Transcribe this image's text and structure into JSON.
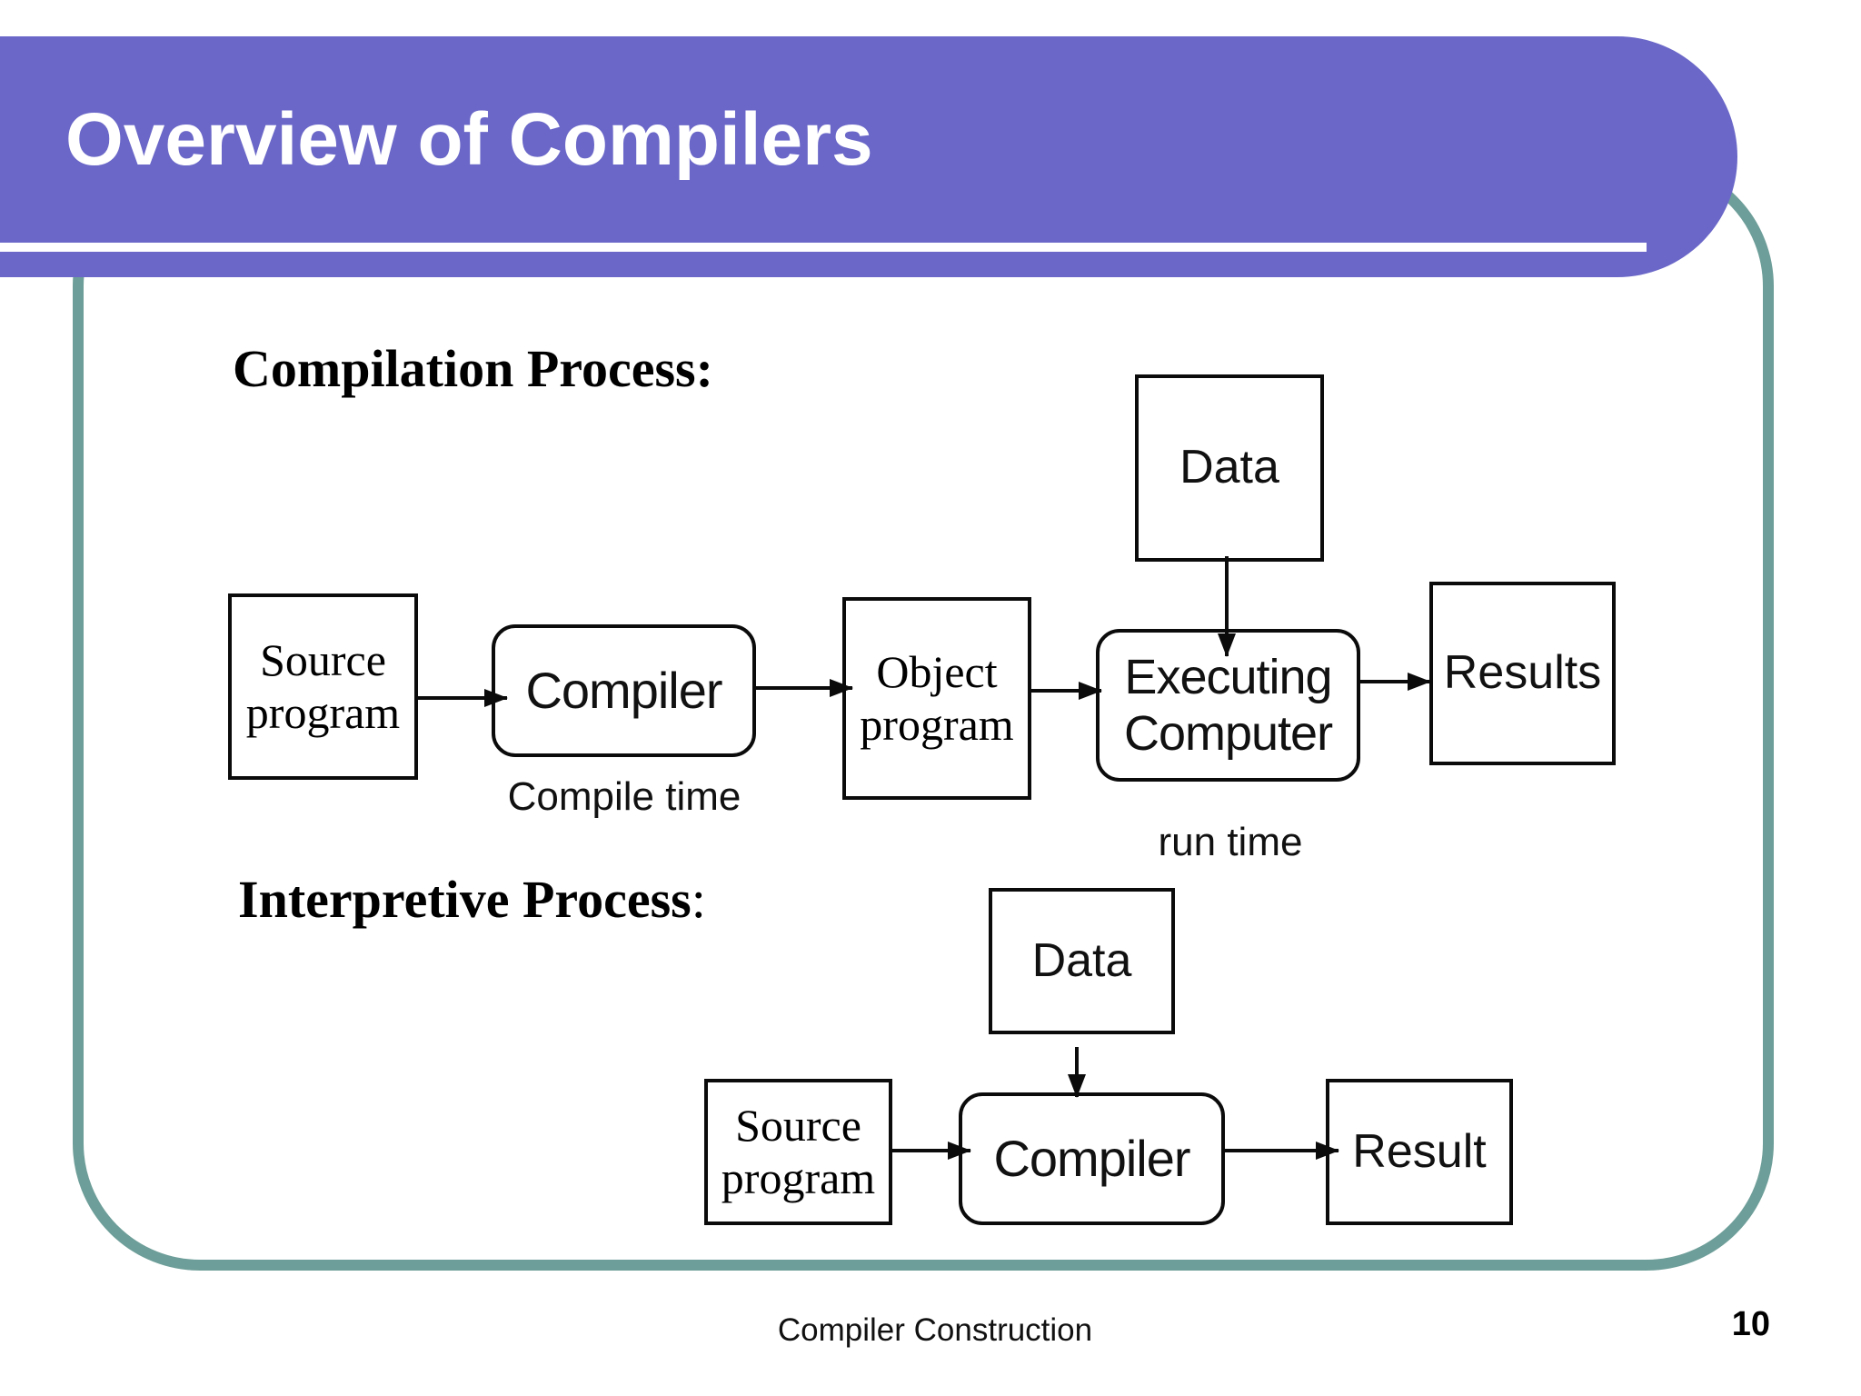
{
  "title": "Overview of Compilers",
  "colors": {
    "banner": "#6A67C8",
    "frame": "#6E9E99",
    "stroke": "#0B0B0B"
  },
  "compilation": {
    "heading": "Compilation Process:",
    "source_line1": "Source",
    "source_line2": "program",
    "compiler": "Compiler",
    "object_line1": "Object",
    "object_line2": "program",
    "executing_line1": "Executing",
    "executing_line2": "Computer",
    "results": "Results",
    "data": "Data",
    "compile_time": "Compile time",
    "run_time": "run time"
  },
  "interpretive": {
    "heading_text": "Interpretive Process",
    "heading_colon": ":",
    "data": "Data",
    "source_line1": "Source",
    "source_line2": "program",
    "compiler": "Compiler",
    "result": "Result"
  },
  "footer": {
    "course": "Compiler Construction",
    "page": "10"
  }
}
